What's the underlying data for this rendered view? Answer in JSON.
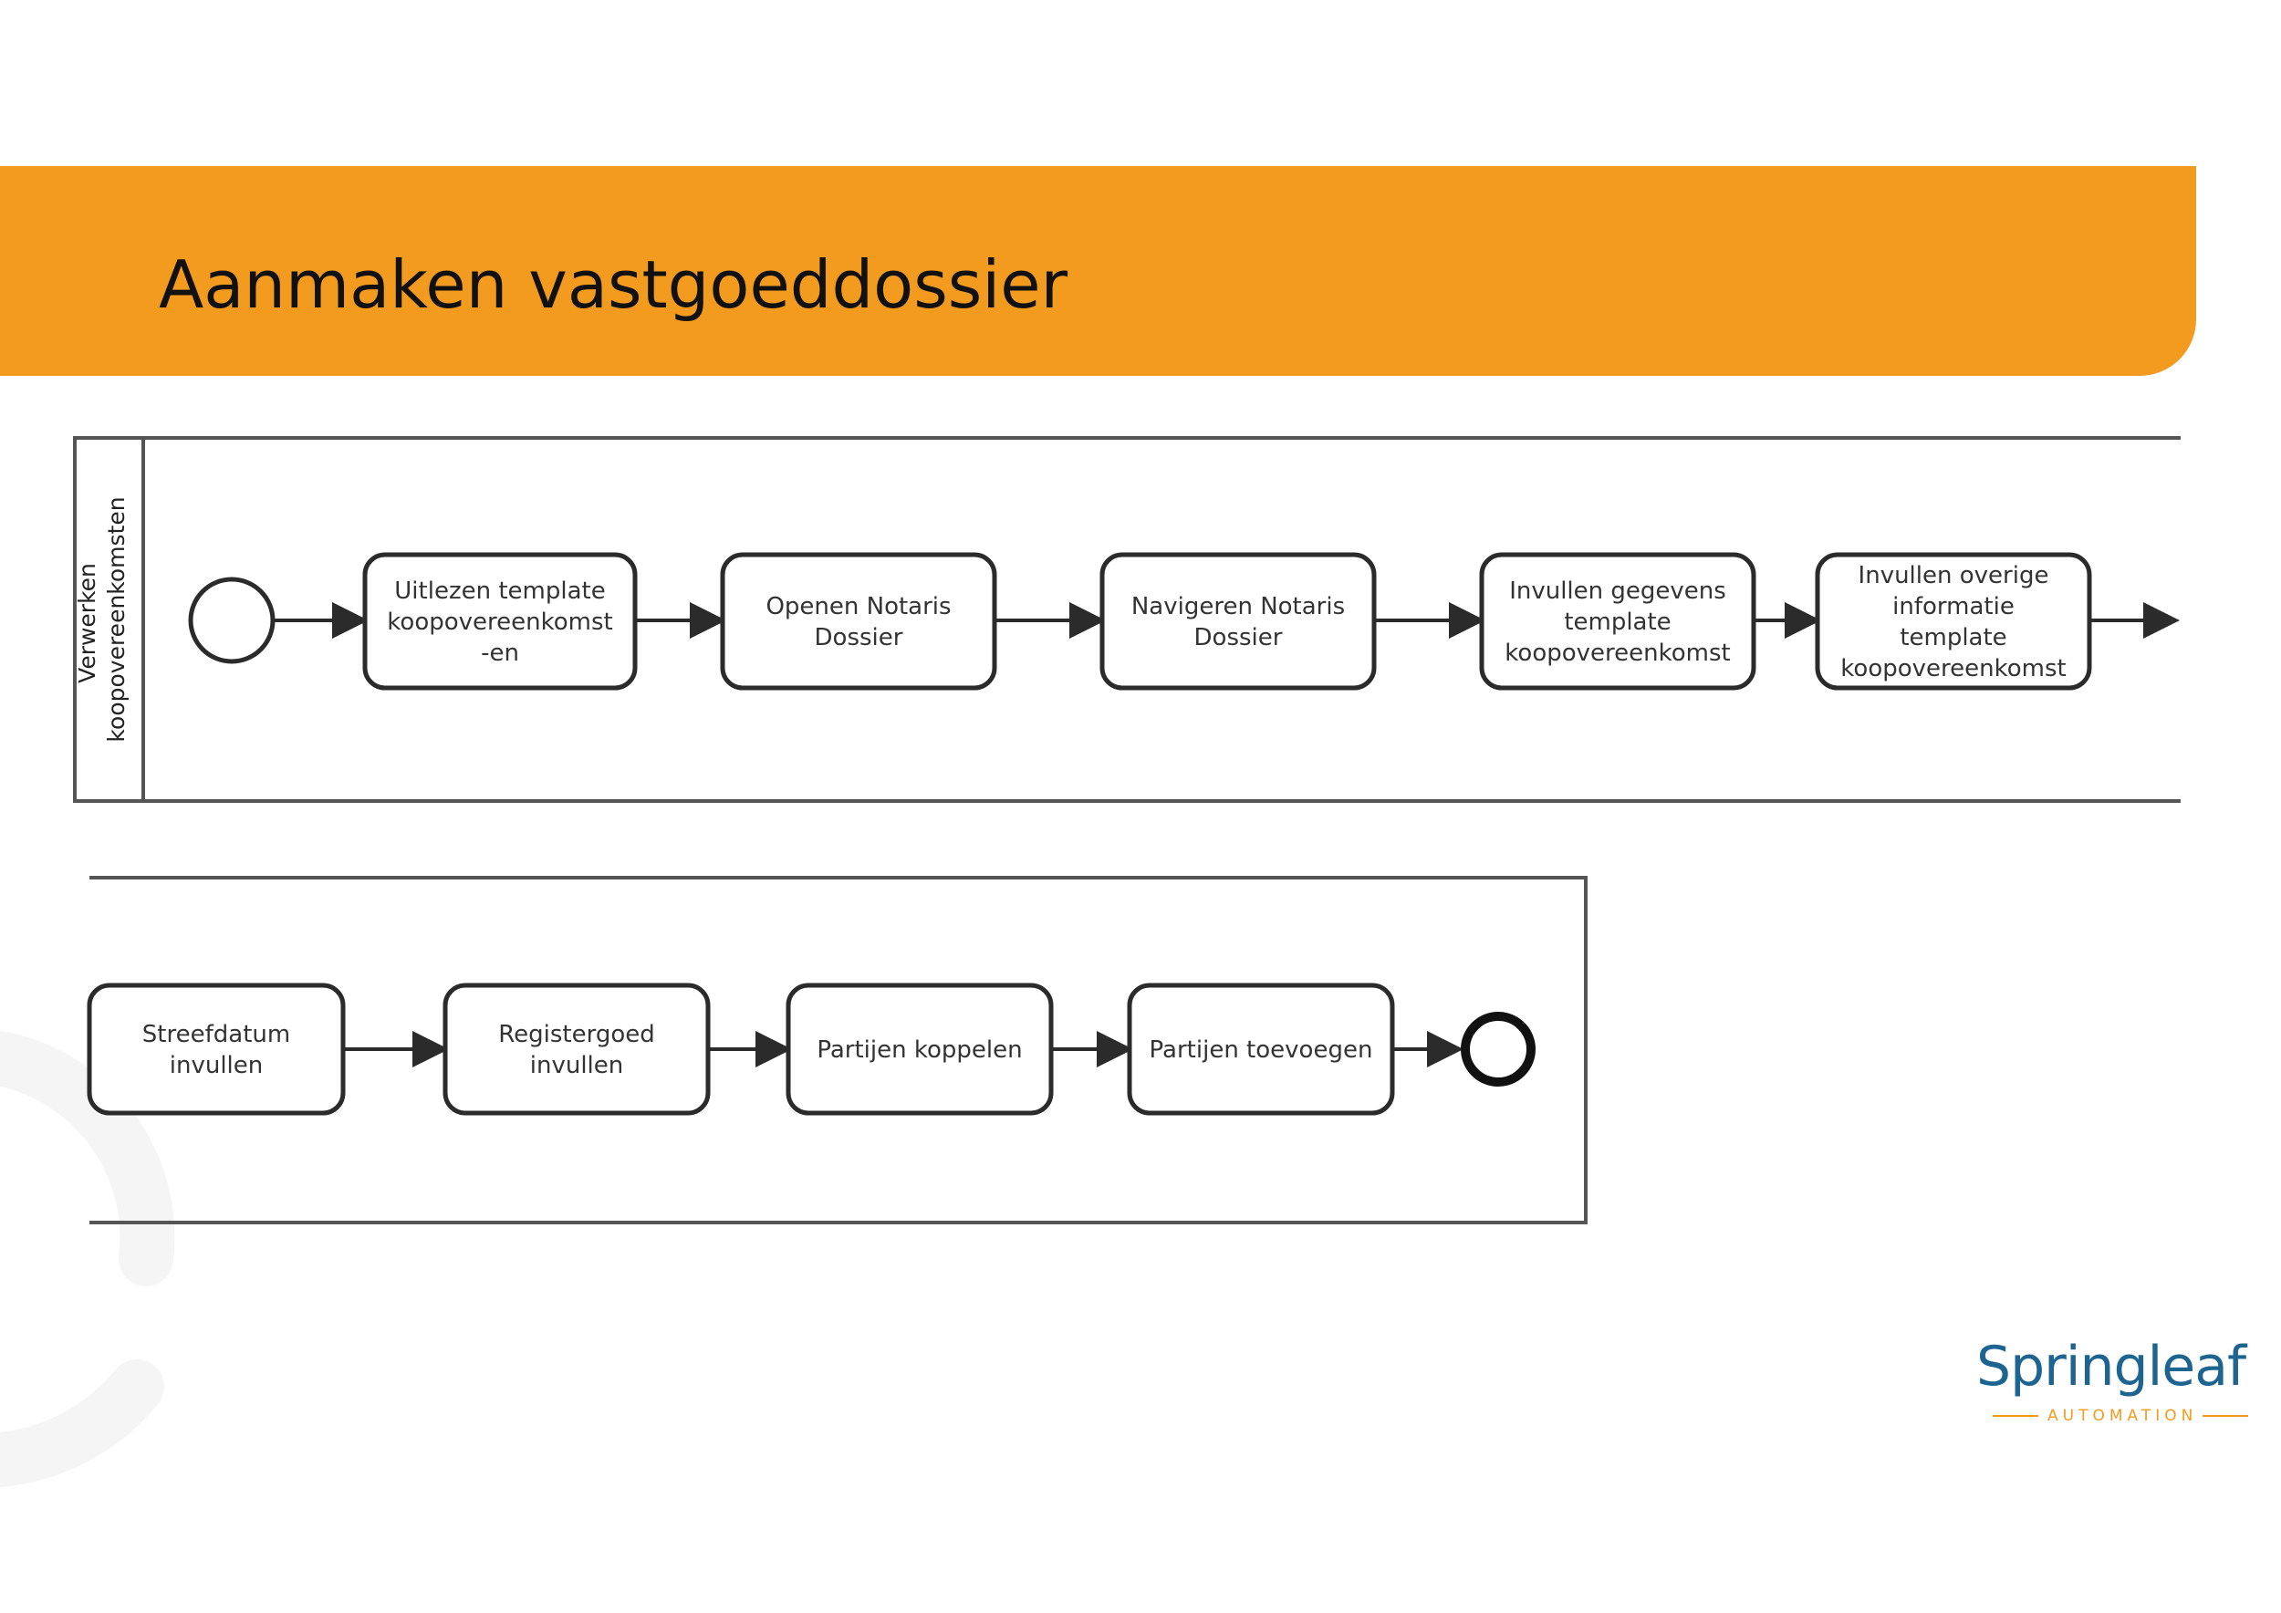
{
  "slide": {
    "title": "Aanmaken vastgoeddossier"
  },
  "pool": {
    "lane_label_line1": "Verwerken",
    "lane_label_line2": "koopovereenkomsten"
  },
  "row1_tasks": [
    {
      "lines": [
        "Uitlezen template",
        "koopovereenkomst",
        "-en"
      ]
    },
    {
      "lines": [
        "Openen Notaris",
        "Dossier"
      ]
    },
    {
      "lines": [
        "Navigeren Notaris",
        "Dossier"
      ]
    },
    {
      "lines": [
        "Invullen gegevens",
        "template",
        "koopovereenkomst"
      ]
    },
    {
      "lines": [
        "Invullen overige",
        "informatie",
        "template",
        "koopovereenkomst"
      ]
    }
  ],
  "row2_tasks": [
    {
      "lines": [
        "Streefdatum",
        "invullen"
      ]
    },
    {
      "lines": [
        "Registergoed",
        "invullen"
      ]
    },
    {
      "lines": [
        "Partijen koppelen"
      ]
    },
    {
      "lines": [
        "Partijen toevoegen"
      ]
    }
  ],
  "logo": {
    "name": "Springleaf",
    "tagline": "AUTOMATION"
  },
  "colors": {
    "accent": "#F39B1E",
    "brand_blue": "#1D6491",
    "stroke": "#2b2b2b"
  }
}
